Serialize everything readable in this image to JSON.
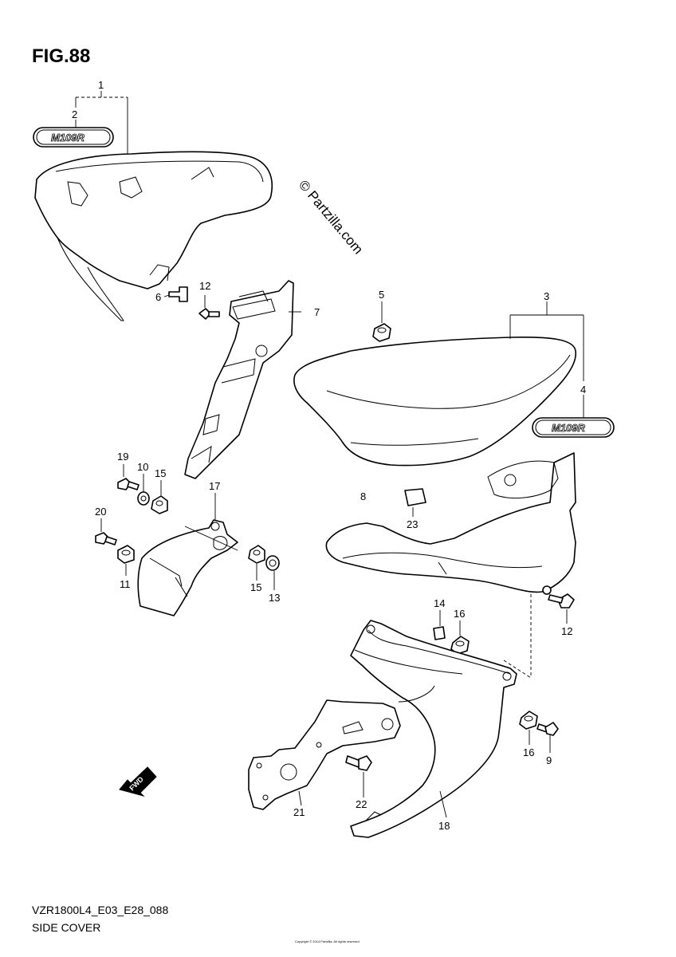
{
  "figure": "FIG.88",
  "watermark": "© Partzilla.com",
  "model_code": "VZR1800L4_E03_E28_088",
  "section_title": "SIDE COVER",
  "copyright_line": "Copyright © 2014 Partzilla. All rights reserved.",
  "emblem_text": "M109R",
  "forward_mark": "FWD",
  "callouts": {
    "c1": "1",
    "c2": "2",
    "c3": "3",
    "c4": "4",
    "c5": "5",
    "c6": "6",
    "c7": "7",
    "c8": "8",
    "c9": "9",
    "c10": "10",
    "c11": "11",
    "c12a": "12",
    "c12b": "12",
    "c13": "13",
    "c14": "14",
    "c15a": "15",
    "c15b": "15",
    "c16a": "16",
    "c16b": "16",
    "c17": "17",
    "c18": "18",
    "c19": "19",
    "c20": "20",
    "c21": "21",
    "c22": "22",
    "c23": "23"
  }
}
